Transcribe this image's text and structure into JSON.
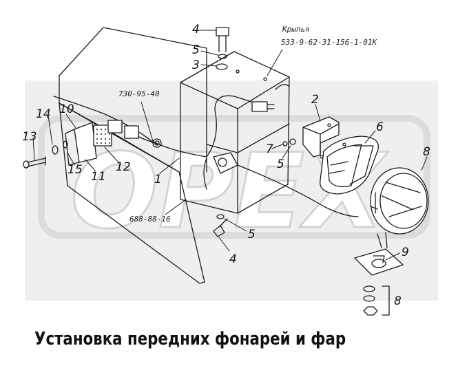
{
  "caption": "Установка передних фонарей и фар",
  "watermark": "OPEX",
  "codes": {
    "wings_label": "Крылья",
    "wings_number": "533-9-62-31-156-1-01К",
    "code_730": "730-95-40",
    "code_688": "688-88-16"
  },
  "callouts": {
    "n1": "1",
    "n2": "2",
    "n3": "3",
    "n4a": "4",
    "n4b": "4",
    "n5a": "5",
    "n5b": "5",
    "n5c": "5",
    "n6": "6",
    "n7": "7",
    "n8a": "8",
    "n8b": "8",
    "n9": "9",
    "n10": "10",
    "n11": "11",
    "n12": "12",
    "n13": "13",
    "n14": "14",
    "n15": "15"
  },
  "colors": {
    "ink": "#1a1a1a",
    "watermark": "#d9d9d9",
    "background": "#ffffff"
  }
}
